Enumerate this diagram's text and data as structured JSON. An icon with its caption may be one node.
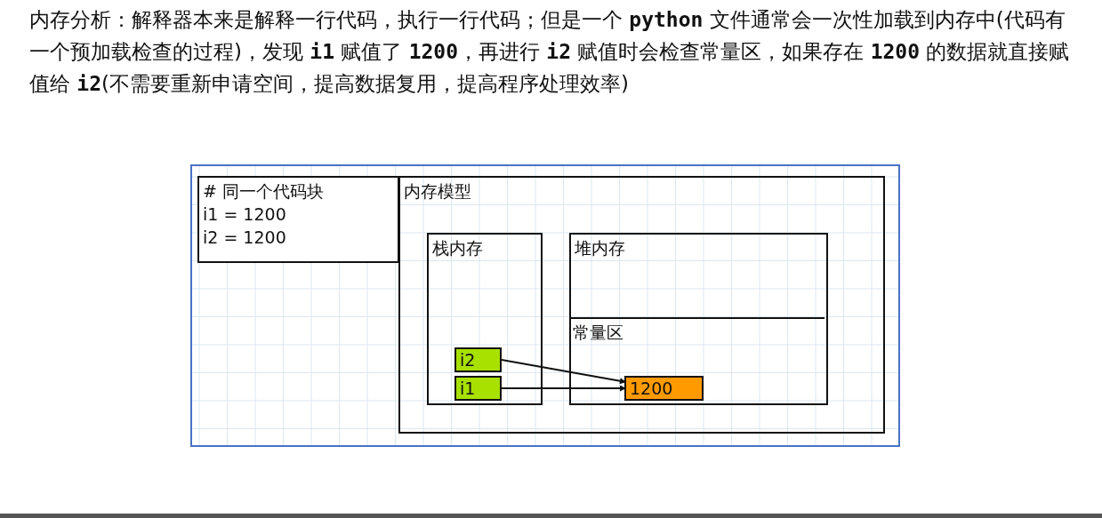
{
  "diagram": {
    "nodes": [
      {
        "text": [
          "# 同一个代码块",
          "i1 = 1200",
          "i2 = 1200"
        ]
      },
      {
        "text": [
          "内存模型"
        ]
      },
      {
        "text": [
          "栈内存"
        ],
        "in": 1
      },
      {
        "text": [
          "堆内存"
        ],
        "in": 1
      },
      {
        "text": [
          "常量区"
        ],
        "in": 3
      },
      {
        "text": [
          "i2"
        ],
        "in": 2
      },
      {
        "text": [
          "i1"
        ],
        "in": 2
      },
      {
        "text": [
          "1200"
        ],
        "in": 4
      }
    ],
    "edges": [
      {
        "from": 5,
        "to": 7,
        "arrow": "to"
      },
      {
        "from": 6,
        "to": 7,
        "arrow": "to"
      }
    ],
    "labels": [
      "内存分析：解释器本来是解释一行代码，执行一行代码；但是一个 **python** 文件通常会一次性加载到内存中(代码有一个预加载检查的过程)，发现 **i1** 赋值了 **1200**，再进行 **i2** 赋值时会检查常量区，如果存在 **1200** 的数据就直接赋值给 **i2**(不需要重新申请空间，提高数据复用，提高程序处理效率)"
    ]
  }
}
